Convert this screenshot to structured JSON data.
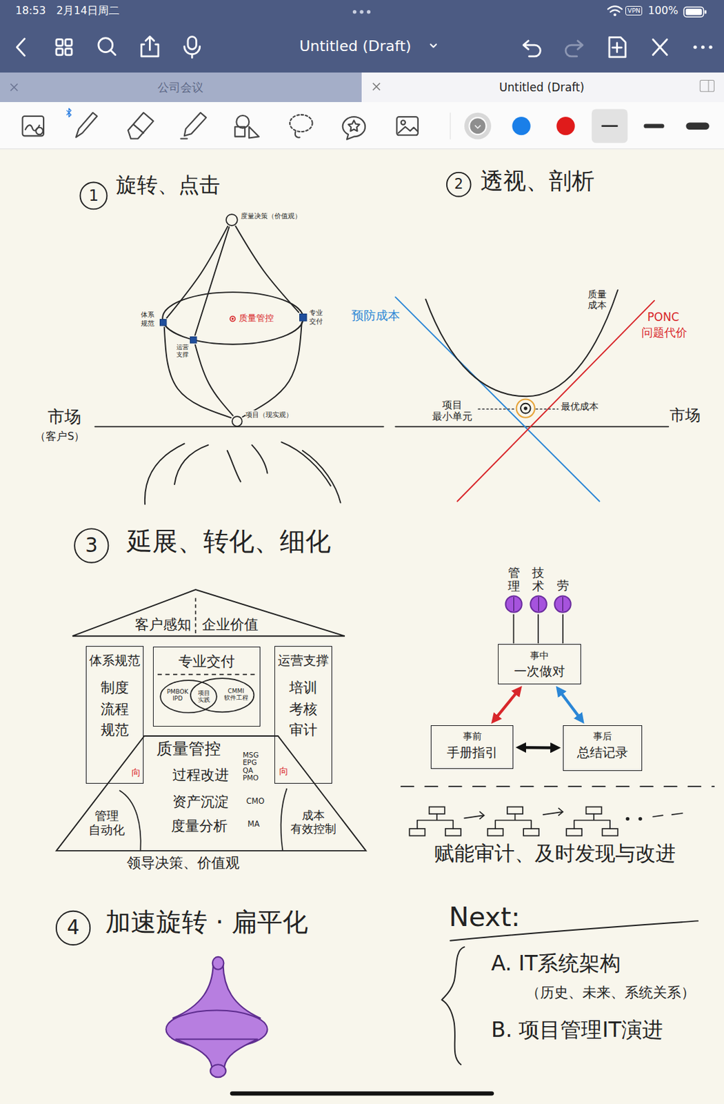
{
  "diagram": {
    "nodes": [
      {
        "text": [
          "度量决策（价值观）"
        ]
      },
      {
        "text": [
          "体系规范"
        ]
      },
      {
        "text": [
          "质量管控"
        ]
      },
      {
        "text": [
          "专业交付"
        ]
      },
      {
        "text": [
          "运营支撑"
        ]
      },
      {
        "text": [
          "项目（现实观）"
        ]
      },
      {
        "text": [
          "客户感知",
          "企业价值"
        ]
      },
      {
        "text": [
          "体系规范",
          "制度 流程 规范"
        ]
      },
      {
        "text": [
          "专业交付"
        ]
      },
      {
        "text": [
          "PMBOK IPD"
        ],
        "in": 8
      },
      {
        "text": [
          "CMMI 软件工程"
        ],
        "in": 8
      },
      {
        "text": [
          "运营支撑",
          "培训 考核 审计"
        ]
      },
      {
        "text": [
          "质量管控",
          "过程改进",
          "MSG EPG QA PMO",
          "资产沉淀",
          "CMO",
          "度量分析",
          "MA"
        ]
      },
      {
        "text": [
          "管理 自动化"
        ],
        "in": 12
      },
      {
        "text": [
          "成本 有效控制"
        ],
        "in": 12
      },
      {
        "text": [
          "管理"
        ]
      },
      {
        "text": [
          "技术"
        ]
      },
      {
        "text": [
          "劳"
        ]
      },
      {
        "text": [
          "事中",
          "一次做对"
        ]
      },
      {
        "text": [
          "事前",
          "手册指引"
        ]
      },
      {
        "text": [
          "事后",
          "总结记录"
        ]
      }
    ],
    "edges": [
      {
        "from": 0,
        "to": 1,
        "arrow": "none"
      },
      {
        "from": 0,
        "to": 3,
        "arrow": "none"
      },
      {
        "from": 0,
        "to": 4,
        "arrow": "none"
      },
      {
        "from": 1,
        "to": 5,
        "arrow": "none"
      },
      {
        "from": 3,
        "to": 5,
        "arrow": "none"
      },
      {
        "from": 4,
        "to": 5,
        "arrow": "none"
      },
      {
        "from": 15,
        "to": 18,
        "arrow": "none"
      },
      {
        "from": 16,
        "to": 18,
        "arrow": "none"
      },
      {
        "from": 17,
        "to": 18,
        "arrow": "none"
      },
      {
        "from": 19,
        "to": 18,
        "arrow": "both"
      },
      {
        "from": 18,
        "to": 20,
        "arrow": "both"
      },
      {
        "from": 19,
        "to": 20,
        "arrow": "both"
      }
    ],
    "labels": [
      "18:53",
      "2月14日周二",
      "VPN",
      "100%",
      "Untitled (Draft)",
      "公司会议",
      "Untitled (Draft)",
      "1",
      "旋转、点击",
      "市场",
      "（客户S）",
      "2",
      "透视、剖析",
      "预防成本",
      "质量成本",
      "PONC",
      "问题代价",
      "项目 最小单元",
      "最优成本",
      "市场",
      "3",
      "延展、转化、细化",
      "项目实践",
      "向",
      "向",
      "领导决策、价值观",
      "赋能审计、及时发现与改进",
      "4",
      "加速旋转 · 扁平化",
      "Next:",
      "A. IT系统架构",
      "（历史、未来、系统关系）",
      "B. 项目管理IT演进"
    ]
  }
}
